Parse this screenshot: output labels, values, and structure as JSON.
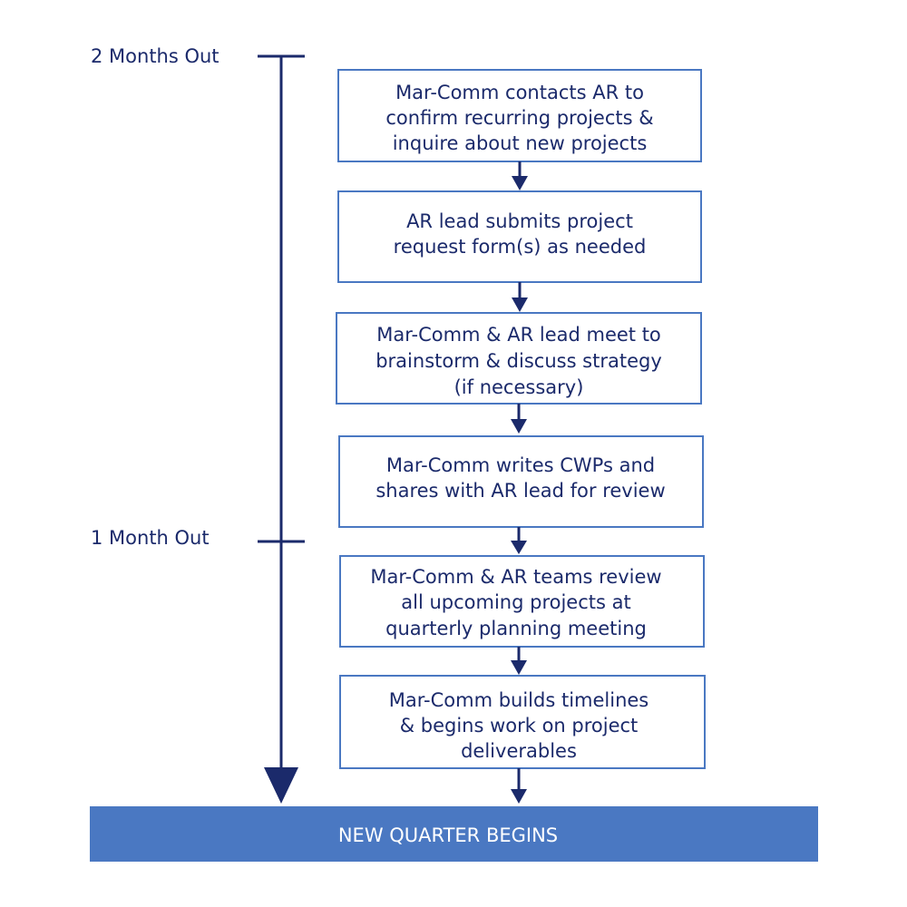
{
  "colors": {
    "navy": "#1b2a6b",
    "box_border": "#4a78c2",
    "banner_fill": "#4a78c2",
    "banner_text": "#ffffff"
  },
  "timeline": {
    "milestones": [
      {
        "label": "2 Months Out"
      },
      {
        "label": "1 Month Out"
      }
    ]
  },
  "steps": [
    {
      "lines": [
        "Mar-Comm contacts AR to",
        "confirm recurring projects &",
        "inquire about new projects"
      ]
    },
    {
      "lines": [
        "AR lead submits project",
        "request form(s) as needed"
      ]
    },
    {
      "lines": [
        "Mar-Comm & AR lead meet to",
        "brainstorm & discuss strategy",
        "(if necessary)"
      ]
    },
    {
      "lines": [
        "Mar-Comm writes CWPs and",
        "shares with AR lead for review"
      ]
    },
    {
      "lines": [
        "Mar-Comm & AR teams review",
        "all upcoming projects at",
        "quarterly planning meeting"
      ]
    },
    {
      "lines": [
        "Mar-Comm builds timelines",
        "& begins work on project",
        "deliverables"
      ]
    }
  ],
  "banner": {
    "label": "NEW QUARTER BEGINS"
  }
}
